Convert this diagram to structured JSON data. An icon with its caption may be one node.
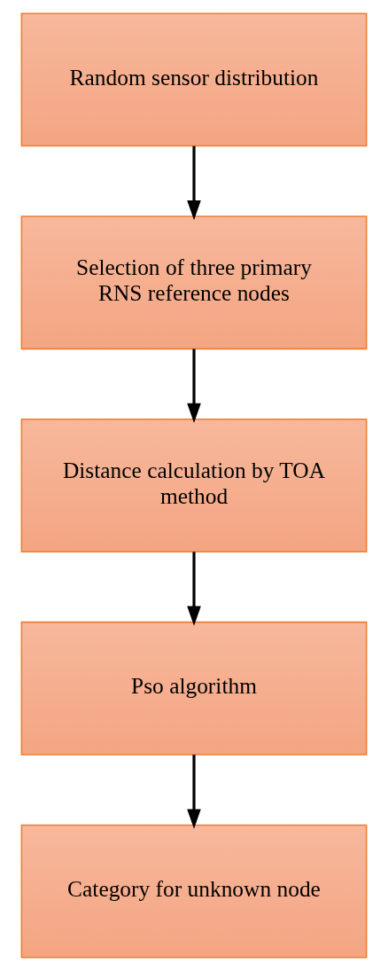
{
  "diagram": {
    "nodes": [
      {
        "text": [
          "Random sensor distribution"
        ]
      },
      {
        "text": [
          "Selection of three primary RNS reference nodes"
        ]
      },
      {
        "text": [
          "Distance calculation by TOA method"
        ]
      },
      {
        "text": [
          "Pso algorithm"
        ]
      },
      {
        "text": [
          "Category for unknown node"
        ]
      }
    ],
    "edges": [
      {
        "from": 0,
        "to": 1,
        "arrow": "to"
      },
      {
        "from": 1,
        "to": 2,
        "arrow": "to"
      },
      {
        "from": 2,
        "to": 3,
        "arrow": "to"
      },
      {
        "from": 3,
        "to": 4,
        "arrow": "to"
      }
    ]
  }
}
